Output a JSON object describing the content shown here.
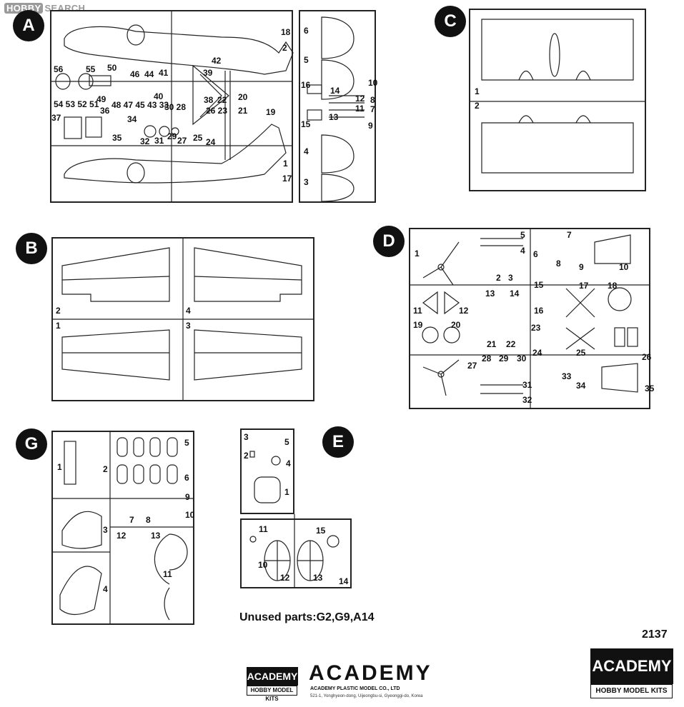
{
  "watermark": {
    "badge": "HOBBY",
    "text": "SEARCH"
  },
  "sprues": {
    "A": {
      "label": "A",
      "parts": [
        "18",
        "2",
        "42",
        "50",
        "46",
        "44",
        "41",
        "39",
        "56",
        "55",
        "40",
        "49",
        "48",
        "47",
        "45",
        "43",
        "33",
        "30",
        "28",
        "20",
        "19",
        "54",
        "53",
        "52",
        "51",
        "36",
        "38",
        "22",
        "26",
        "23",
        "21",
        "37",
        "34",
        "35",
        "32",
        "31",
        "29",
        "27",
        "25",
        "24",
        "1",
        "17",
        "6",
        "5",
        "16",
        "14",
        "12",
        "8",
        "10",
        "11",
        "7",
        "9",
        "15",
        "13",
        "4",
        "3"
      ]
    },
    "C": {
      "label": "C",
      "parts": [
        "1",
        "2"
      ]
    },
    "B": {
      "label": "B",
      "parts": [
        "2",
        "4",
        "1",
        "3"
      ]
    },
    "D": {
      "label": "D",
      "parts": [
        "1",
        "5",
        "4",
        "2",
        "3",
        "7",
        "6",
        "8",
        "9",
        "10",
        "11",
        "12",
        "13",
        "14",
        "15",
        "16",
        "17",
        "18",
        "19",
        "20",
        "21",
        "22",
        "23",
        "24",
        "25",
        "26",
        "27",
        "28",
        "29",
        "30",
        "31",
        "32",
        "33",
        "34",
        "35"
      ]
    },
    "G": {
      "label": "G",
      "parts": [
        "1",
        "2",
        "5",
        "6",
        "3",
        "7",
        "8",
        "9",
        "10",
        "12",
        "13",
        "11",
        "4"
      ]
    },
    "E": {
      "label": "E",
      "parts": [
        "3",
        "2",
        "5",
        "4",
        "1",
        "11",
        "15",
        "10",
        "12",
        "13",
        "14"
      ]
    }
  },
  "unused_parts": "Unused  parts:G2,G9,A14",
  "kit_number": "2137",
  "brand": {
    "small_logo": "ACADEMY",
    "small_logo_sub": "HOBBY MODEL KITS",
    "wordmark": "ACADEMY",
    "company": "ACADEMY PLASTIC MODEL CO., LTD",
    "address": "521-1, Yonghyeon-dong, Uijeongbu-si, Gyeonggi-do, Korea",
    "right_logo": "ACADEMY",
    "right_logo_sub": "HOBBY MODEL KITS"
  }
}
